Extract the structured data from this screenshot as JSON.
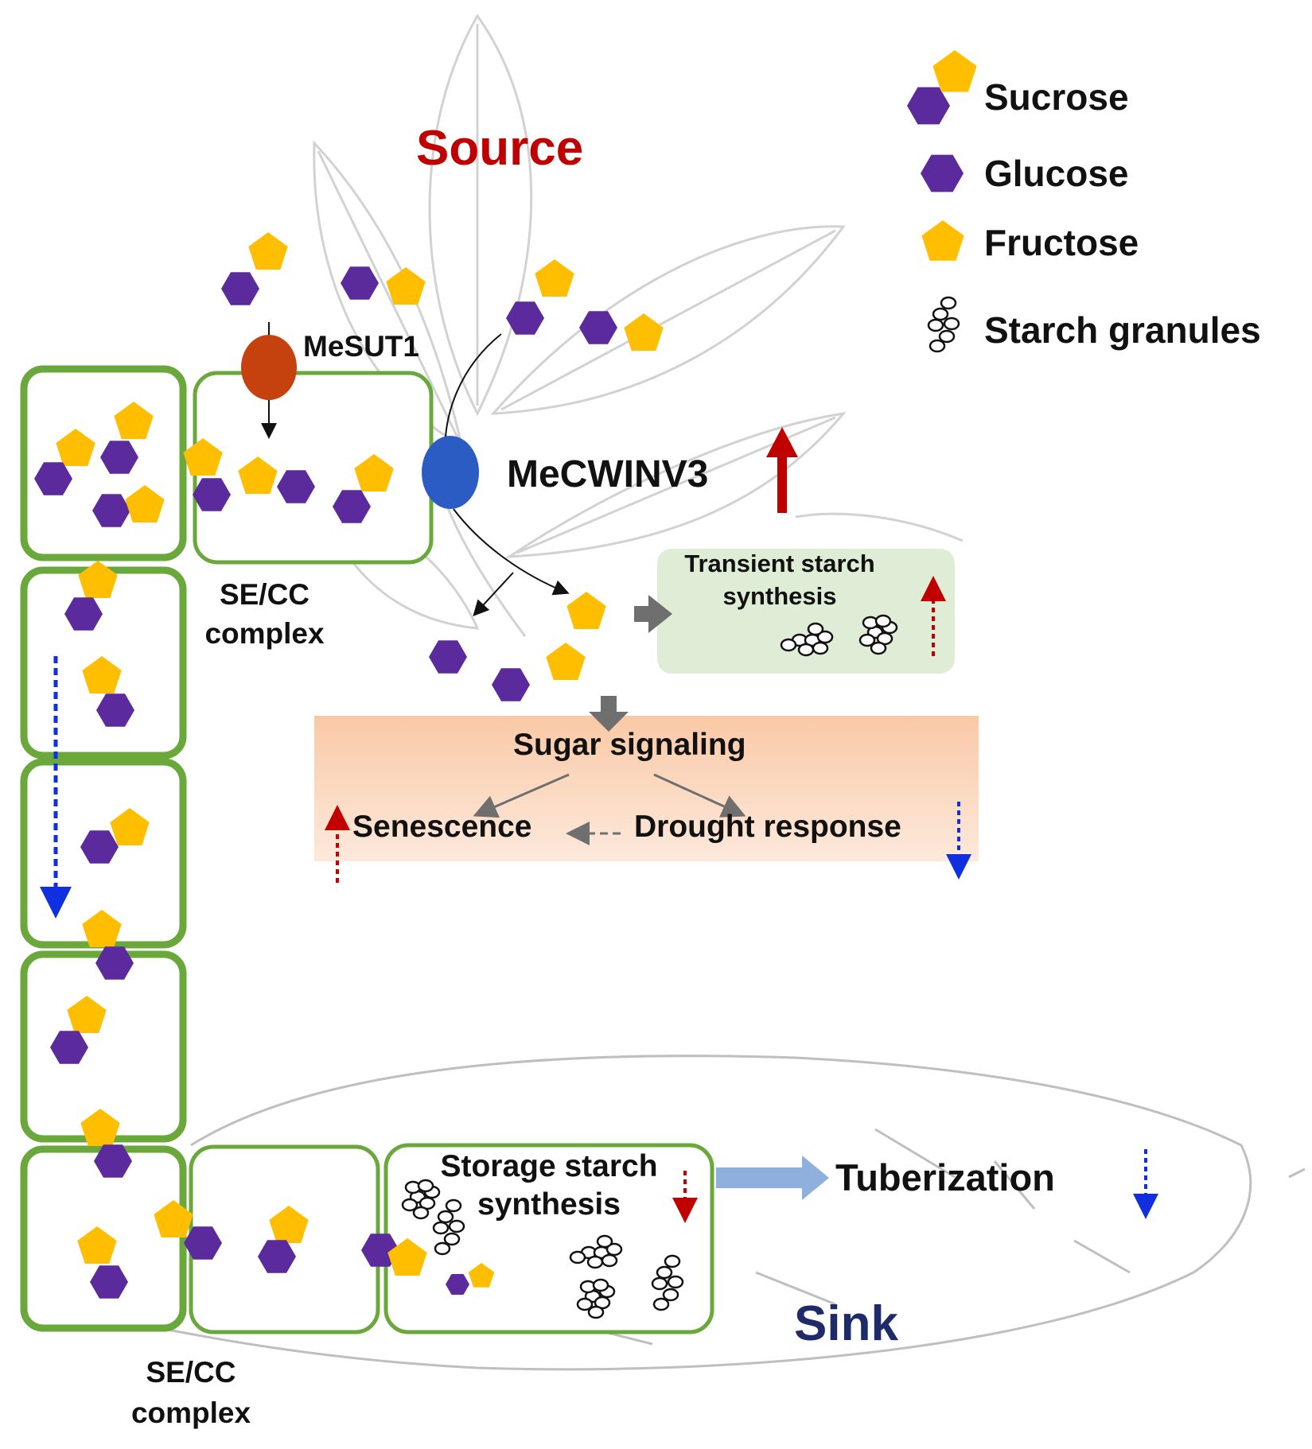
{
  "title": "Source",
  "sink_label": "Sink",
  "legend": {
    "sucrose": "Sucrose",
    "glucose": "Glucose",
    "fructose": "Fructose",
    "starch": "Starch granules"
  },
  "transporter": "MeSUT1",
  "invertase": "MeCWINV3",
  "secc_top": [
    "SE/CC",
    "complex"
  ],
  "secc_bottom": [
    "SE/CC",
    "complex"
  ],
  "transient": [
    "Transient starch",
    "synthesis"
  ],
  "signaling": {
    "title": "Sugar signaling",
    "senescence": "Senescence",
    "drought": "Drought response"
  },
  "storage": [
    "Storage starch",
    "synthesis"
  ],
  "tuberization": "Tuberization",
  "colors": {
    "glucose": "#5b2a9c",
    "fructose": "#ffbf00",
    "cell_border": "#6aa83b",
    "source_text": "#c00000",
    "sink_text": "#1f2a6b",
    "transporter": "#c5410d",
    "invertase": "#2a5cc4",
    "up_arrow": "#c00000",
    "down_arrow": "#1030e0",
    "signaling_box": "#fbd7bf",
    "transient_box": "#dcebd3"
  }
}
